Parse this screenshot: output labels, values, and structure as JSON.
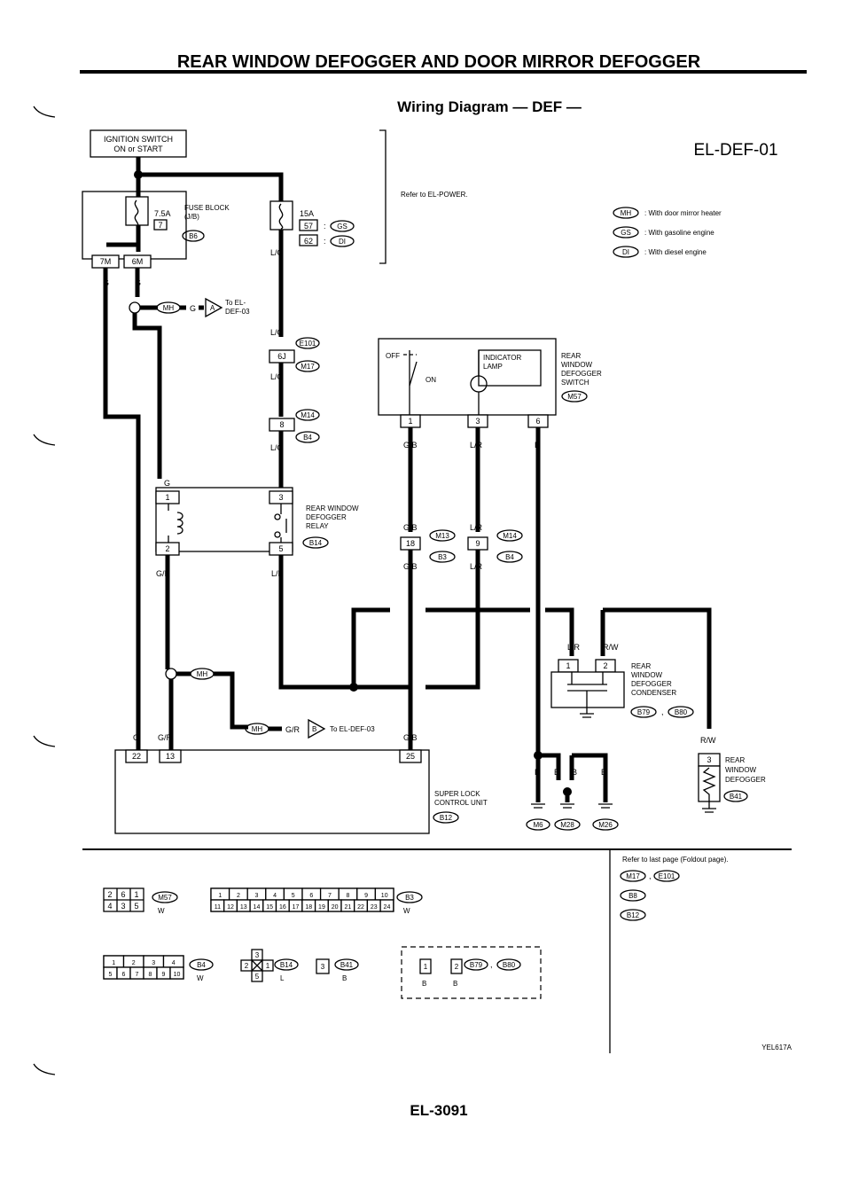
{
  "page_title": "REAR WINDOW DEFOGGER AND DOOR MIRROR DEFOGGER",
  "subtitle": "Wiring Diagram — DEF —",
  "diagram_code": "EL-DEF-01",
  "page_number": "EL-3091",
  "figure_id": "YEL617A",
  "refer_power": "Refer to EL-POWER.",
  "ignition_label": [
    "IGNITION SWITCH",
    "ON or START"
  ],
  "fuse_block": {
    "amp": "7.5A",
    "name": [
      "FUSE BLOCK",
      "(J/B)"
    ],
    "fuse_no": "7",
    "connector": "B6"
  },
  "fuse_15a": {
    "amp": "15A",
    "pin1": "57",
    "pin2": "62",
    "tag1": "GS",
    "tag2": "DI",
    "sep": ":"
  },
  "legend": [
    {
      "tag": "MH",
      "text": ": With door mirror heater"
    },
    {
      "tag": "GS",
      "text": ": With gasoline engine"
    },
    {
      "tag": "DI",
      "text": ": With diesel engine"
    }
  ],
  "connectors_top": {
    "c7m": "7M",
    "c6m": "6M"
  },
  "to_def03": {
    "lines": [
      "To EL-",
      "DEF-03"
    ],
    "arrow": "A"
  },
  "to_def03_b": {
    "text": "To EL-DEF-03",
    "arrow": "B"
  },
  "wire_labels": {
    "g": "G",
    "gr": "G/R",
    "lg": "L/G",
    "lr": "L/R",
    "gb": "G/B",
    "b": "B",
    "rw": "R/W",
    "grb": "G/R",
    "mh": "MH"
  },
  "joint_e101": {
    "pin": "6J",
    "c1": "E101",
    "c2": "M17"
  },
  "joint_m14": {
    "pin": "8",
    "c1": "M14",
    "c2": "B4"
  },
  "switch": {
    "name": [
      "REAR",
      "WINDOW",
      "DEFOGGER",
      "SWITCH"
    ],
    "conn": "M57",
    "off": "OFF",
    "on": "ON",
    "indicator": [
      "INDICATOR",
      "LAMP"
    ],
    "pins": [
      "1",
      "3",
      "6"
    ]
  },
  "relay": {
    "name": [
      "REAR WINDOW",
      "DEFOGGER",
      "RELAY"
    ],
    "conn": "B14",
    "pins": [
      "1",
      "2",
      "3",
      "5"
    ]
  },
  "mid_conn": {
    "p18": "18",
    "p9": "9",
    "m13": "M13",
    "m14": "M14",
    "b3": "B3",
    "b4": "B4"
  },
  "condenser": {
    "name": [
      "REAR",
      "WINDOW",
      "DEFOGGER",
      "CONDENSER"
    ],
    "c1": "B79",
    "c2": "B80",
    "pins": [
      "1",
      "2"
    ],
    "comma": ","
  },
  "defogger": {
    "name": [
      "REAR",
      "WINDOW",
      "DEFOGGER"
    ],
    "conn": "B41",
    "pin": "3"
  },
  "control_unit": {
    "name": [
      "SUPER LOCK",
      "CONTROL UNIT"
    ],
    "conn": "B12",
    "pins": [
      "22",
      "13",
      "25"
    ]
  },
  "grounds": [
    "M6",
    "M28",
    "M26"
  ],
  "refer_foldout": "Refer to last page (Foldout page).",
  "refer_list": [
    [
      "M17",
      "E101"
    ],
    [
      "B8"
    ],
    [
      "B12"
    ]
  ],
  "connector_views": {
    "m57": {
      "row1": [
        "2",
        "6",
        "1"
      ],
      "row2": [
        "4",
        "3",
        "5"
      ],
      "tag": "M57",
      "color": "W"
    },
    "b3": {
      "row1": [
        "1",
        "2",
        "3",
        "4",
        "5",
        "6",
        "7",
        "8",
        "9",
        "10"
      ],
      "row2": [
        "11",
        "12",
        "13",
        "14",
        "15",
        "16",
        "17",
        "18",
        "19",
        "20",
        "21",
        "22",
        "23",
        "24"
      ],
      "tag": "B3",
      "color": "W"
    },
    "b4": {
      "row1": [
        "1",
        "2",
        "3",
        "4"
      ],
      "row2": [
        "5",
        "6",
        "7",
        "8",
        "9",
        "10"
      ],
      "tag": "B4",
      "color": "W"
    },
    "b14": {
      "pins": [
        "3",
        "2",
        "1",
        "5"
      ],
      "tag": "B14",
      "color": "L"
    },
    "b41": {
      "pin": "3",
      "tag": "B41",
      "color": "B"
    },
    "b79": {
      "pins": [
        "1",
        "2"
      ],
      "tag1": "B79",
      "tag2": "B80",
      "colors": [
        "B",
        "B"
      ]
    }
  }
}
